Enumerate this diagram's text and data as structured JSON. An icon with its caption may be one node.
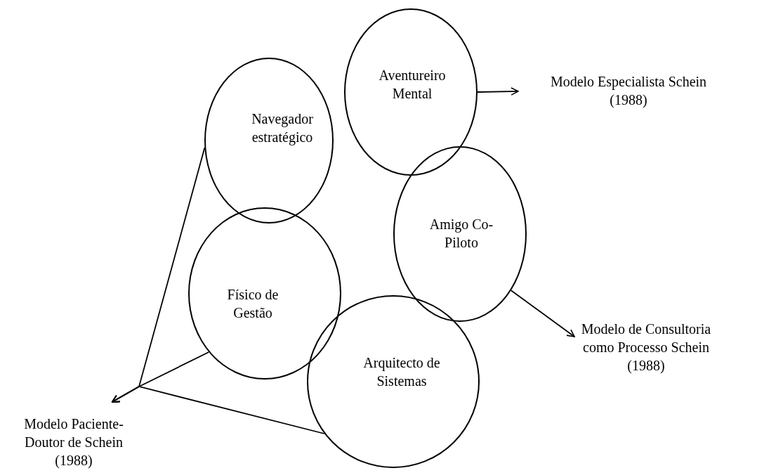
{
  "diagram": {
    "nodes": [
      {
        "text": [
          "Aventureiro Mental"
        ]
      },
      {
        "text": [
          "Modelo Especialista Schein (1988)"
        ]
      },
      {
        "text": [
          "Navegador estratégico"
        ]
      },
      {
        "text": [
          "Amigo Co-Piloto"
        ]
      },
      {
        "text": [
          "Físico de Gestão"
        ]
      },
      {
        "text": [
          "Arquitecto de Sistemas"
        ]
      },
      {
        "text": [
          "Modelo de Consultoria como Processo Schein (1988)"
        ]
      },
      {
        "text": [
          "Modelo Paciente-Doutor de Schein (1988)"
        ]
      }
    ],
    "edges": [
      {
        "from": 0,
        "to": 1,
        "arrow": "to"
      },
      {
        "from": 3,
        "to": 6,
        "arrow": "to"
      },
      {
        "from": 2,
        "to": 7,
        "arrow": "to"
      },
      {
        "from": 4,
        "to": 7,
        "arrow": "to"
      },
      {
        "from": 5,
        "to": 7,
        "arrow": "to"
      }
    ]
  }
}
